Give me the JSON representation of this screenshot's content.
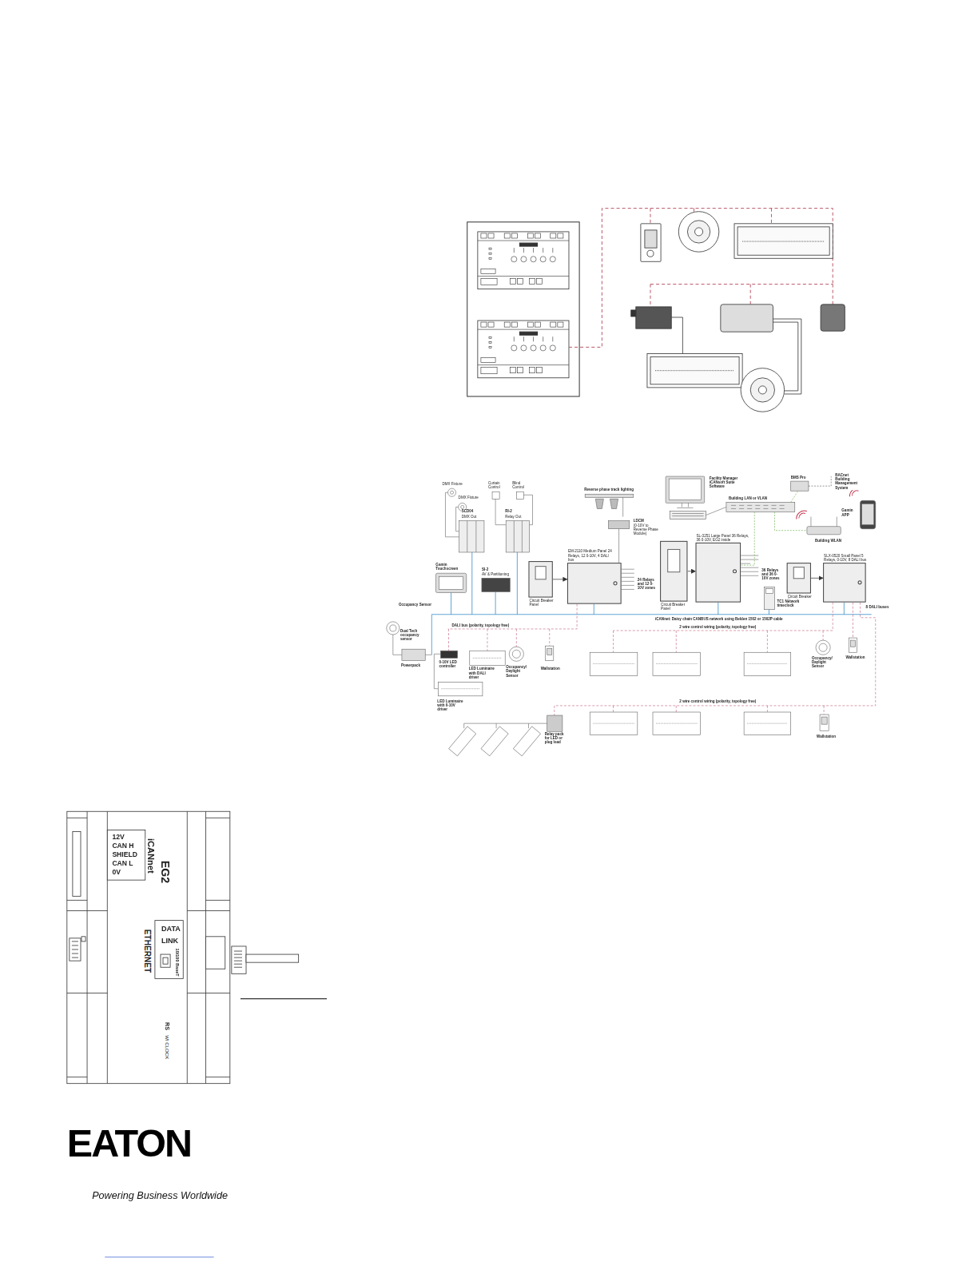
{
  "diagram": {
    "nodes": [
      {
        "text": [
          "Circuit Breaker Panel"
        ]
      },
      {
        "text": [
          "EM-2110 Medium Panel 24 Relays, 12 0-10V, 4 DALI bus"
        ]
      },
      {
        "text": [
          "Circuit Breaker Panel"
        ]
      },
      {
        "text": [
          "SL-3251 Large Panel 36 Relays, 36 0-10V, EG2 inside"
        ]
      },
      {
        "text": [
          "Circuit Breaker Panel"
        ]
      },
      {
        "text": [
          "SLX-0520 Small Panel 5 Relays, 0-10V, 8 DALI bus"
        ]
      }
    ],
    "edges": [
      {
        "from": 0,
        "to": 1,
        "arrow": "to"
      },
      {
        "from": 2,
        "to": 3,
        "arrow": "to"
      },
      {
        "from": 4,
        "to": 5,
        "arrow": "to"
      }
    ],
    "labels": [
      "DMX Fixture",
      "DMX Fixture",
      "Curtain Control",
      "Blind Control",
      "Reverse phase track lighting",
      "SCD04",
      "DMX Out",
      "RI-2",
      "Relay Out",
      "LDCM",
      "(0-10V to Reverse Phase Module)",
      "Facility Manager iCANsoft Suite Software",
      "BMS Pro",
      "BACnet Building Management System",
      "Building LAN or VLAN",
      "Gamin APP",
      "Building WLAN",
      "Gamin Touchscreen",
      "SI-2",
      "AV & Partitioning",
      "24 Relays and 12 0-10V zones",
      "36 Relays and 36 0-10V zones",
      "TC1 Network timeclock",
      "8 DALI buses",
      "Occupancy Sensor",
      "iCANnet: Daisy chain CANBUS network using Belden 1502 or 1502P cable",
      "Dual Tech occupancy sensor",
      "DALI bus (polarity, topology free)",
      "2 wire control wiring (polarity, topology free)",
      "Occupancy/ Daylight Sensor",
      "Wallstation",
      "0-10V LED controller",
      "Powerpack",
      "LED Luminaire with DALI driver",
      "Occupancy/ Daylight Sensor",
      "Wallstation",
      "LED Luminaire with 0-10V driver",
      "2 wire control wiring (polarity, topology free)",
      "Relay pack for LED or plug load",
      "Wallstation",
      "12V",
      "CAN H",
      "SHIELD",
      "CAN L",
      "0V",
      "iCANnet",
      "EG2",
      "ETHERNET",
      "DATA",
      "LINK",
      "10/100 BaseT",
      "RS",
      "WI CLOCK",
      "EATON",
      "Powering Business Worldwide"
    ]
  }
}
